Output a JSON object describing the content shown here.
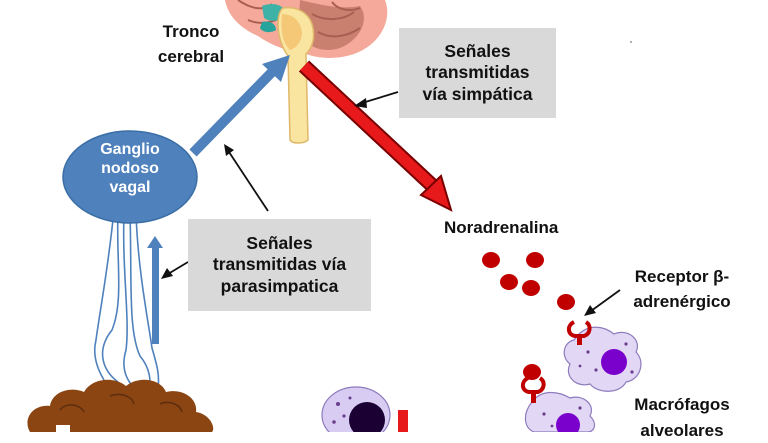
{
  "labels": {
    "tronco": [
      "Tronco",
      "cerebral"
    ],
    "ganglio": [
      "Ganglio",
      "nodoso",
      "vagal"
    ],
    "senales_simpatica": [
      "Señales",
      "transmitidas",
      "vía simpática"
    ],
    "senales_parasimpatica": [
      "Señales",
      "transmitidas vía",
      "parasimpatica"
    ],
    "noradrenalina": "Noradrenalina",
    "receptor": [
      "Receptor β-",
      "adrenérgico"
    ],
    "macrofagos": [
      "Macrófagos",
      "alveolares"
    ]
  },
  "colors": {
    "vagal_arrow": "#4f81bd",
    "sympathetic_arrow": "#e8191b",
    "ganglion": "#4f81bd",
    "label_box": "#d9d9d9",
    "lung": "#8b4513",
    "noradrenaline": "#c00000",
    "macrophage": "#d9ccf2",
    "nucleus": "#7a00cc"
  }
}
